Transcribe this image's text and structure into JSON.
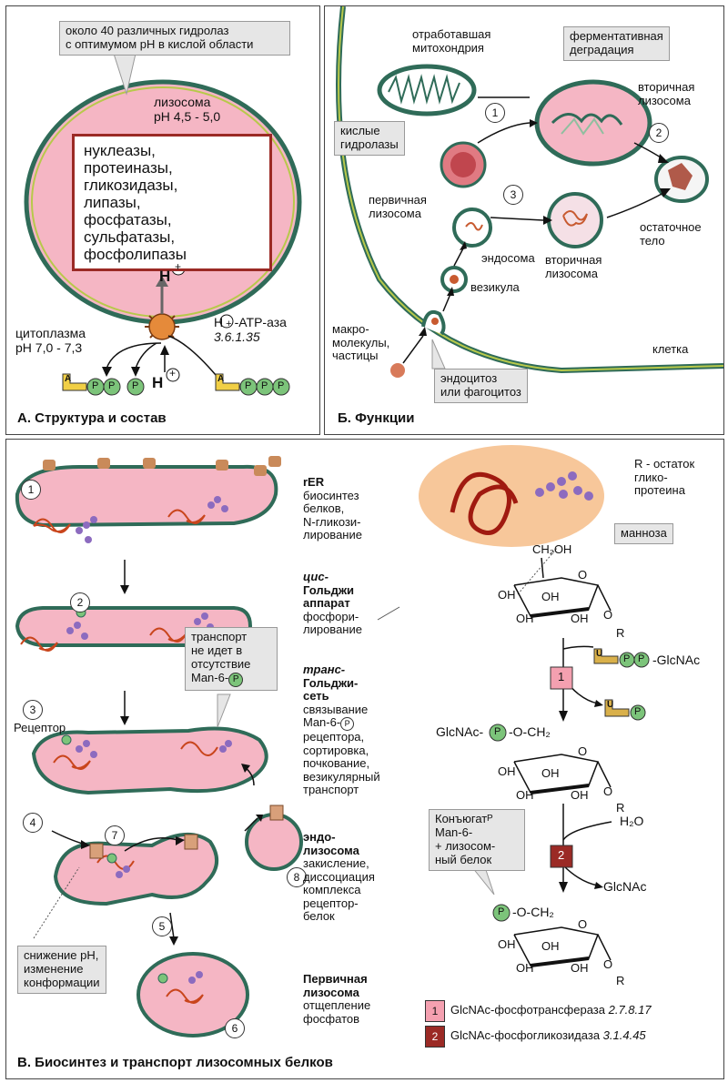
{
  "panel_a": {
    "callout": [
      "около 40 различных гидролаз",
      "с оптимумом pH в кислой области"
    ],
    "lysosome_label": [
      "лизосома",
      "pH  4,5 - 5,0"
    ],
    "enzymes": [
      "нуклеазы,",
      "протеиназы,",
      "гликозидазы,",
      "липазы,",
      "фосфатазы,",
      "сульфатазы,",
      "фосфолипазы"
    ],
    "h_out": "H",
    "h_in": "H",
    "cytoplasm": [
      "цитоплазма",
      "pH  7,0 - 7,3"
    ],
    "atpase": [
      "H",
      "-ATP-аза"
    ],
    "atpase_ec": "3.6.1.35",
    "caption": "А. Структура  и состав"
  },
  "panel_b": {
    "mito_label": [
      "отработавшая",
      "митохондрия"
    ],
    "degradation": [
      "ферментативная",
      "деградация"
    ],
    "secondary_top": [
      "вторичная",
      "лизосома"
    ],
    "acid_hydrolases": [
      "кислые",
      "гидролазы"
    ],
    "primary": [
      "первичная",
      "лизосома"
    ],
    "residual": [
      "остаточное",
      "тело"
    ],
    "endosome": "эндосома",
    "secondary_bottom": [
      "вторичная",
      "лизосома"
    ],
    "vesicle": "везикула",
    "macro": [
      "макро-",
      "молекулы,",
      "частицы"
    ],
    "cell": "клетка",
    "endocytosis": [
      "эндоцитоз",
      "или фагоцитоз"
    ],
    "steps": [
      "1",
      "2",
      "3"
    ],
    "caption": "Б. Функции"
  },
  "panel_c": {
    "steps": [
      "1",
      "2",
      "3",
      "4",
      "5",
      "6",
      "7",
      "8"
    ],
    "receptor": "Рецептор",
    "no_transport": [
      "транспорт",
      "не идет в",
      "отсутствие",
      "Man-6-"
    ],
    "ph_drop": [
      "снижение pH,",
      "изменение",
      "конформации"
    ],
    "descriptions": [
      {
        "title": [
          "rER"
        ],
        "text": [
          "биосинтез",
          "белков,",
          "N-гликози-",
          "лирование"
        ]
      },
      {
        "title": [
          "цис-",
          "Гольджи",
          "аппарат"
        ],
        "text": [
          "фосфори-",
          "лирование"
        ]
      },
      {
        "title": [
          "транс-",
          "Гольджи-",
          "сеть"
        ],
        "text": [
          "связывание",
          "Man-6-",
          "рецептора,",
          "сортировка,",
          "почкование,",
          "везикулярный",
          "транспорт"
        ]
      },
      {
        "title": [
          "эндо-",
          "лизосома"
        ],
        "text": [
          "закисление,",
          "диссоциация",
          "комплекса",
          "рецептор-",
          "белок"
        ]
      },
      {
        "title": [
          "Первичная",
          "лизосома"
        ],
        "text": [
          "отщепление",
          "фосфатов"
        ]
      }
    ],
    "r_label": [
      "R - остаток",
      "глико-",
      "протеина"
    ],
    "mannose": "манноза",
    "ch2oh": "CH₂OH",
    "oh": "OH",
    "r": "R",
    "o": "O",
    "glcnac_donor": "-GlcNAc",
    "glcnac_link": "GlcNAc-",
    "o_ch2": "-O-CH₂",
    "h2o": "H₂O",
    "glcnac_out": "GlcNAc",
    "conjugate": [
      "Конъюгат",
      "Man-6-",
      "+ лизосом-",
      "ный белок"
    ],
    "enzyme_boxes": [
      "1",
      "2"
    ],
    "legend": [
      {
        "num": "1",
        "name": "GlcNAc-фосфотрансфераза",
        "ec": "2.7.8.17"
      },
      {
        "num": "2",
        "name": "GlcNAc-фосфогликозидаза",
        "ec": "3.1.4.45"
      }
    ],
    "caption": "В. Биосинтез и транспорт  лизосомных белков"
  },
  "symbols": {
    "p": "P",
    "a": "A",
    "u": "U",
    "plus": "+"
  }
}
